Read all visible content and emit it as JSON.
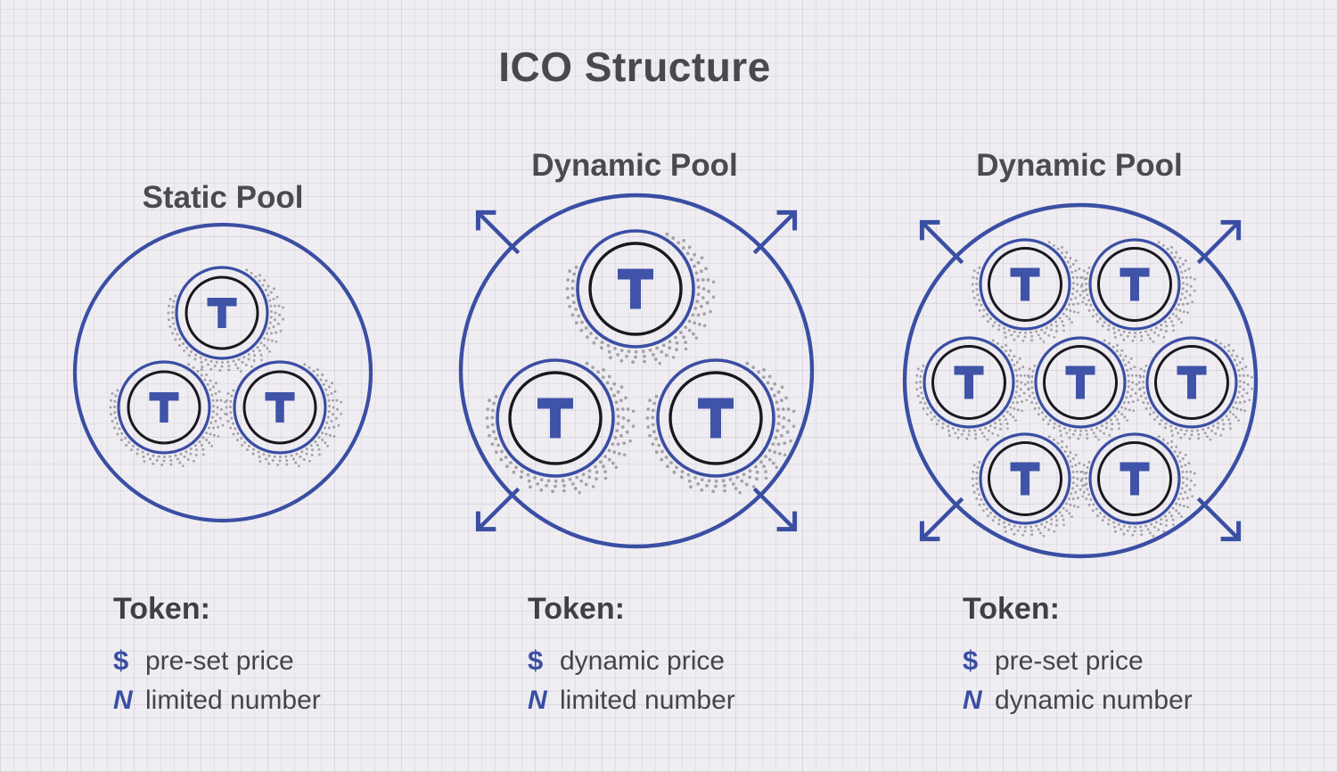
{
  "page": {
    "title": "ICO Structure"
  },
  "colors": {
    "accent_blue": "#3a4ea3",
    "token_blue": "#3f53a8",
    "ring_black": "#18181d",
    "heading_gray": "#4a4a4f",
    "text_gray": "#454549",
    "shadow_dot_gray": "#8b8b93",
    "background": "#efedf1"
  },
  "token_symbol": "T",
  "pools": [
    {
      "id": "static-pool",
      "title": "Static Pool",
      "token_count": 3,
      "expanding": false,
      "info": {
        "label": "Token:",
        "lines": [
          {
            "symbol": "$",
            "text": "pre-set price"
          },
          {
            "symbol": "N",
            "text": "limited number"
          }
        ]
      }
    },
    {
      "id": "dynamic-pool-price",
      "title": "Dynamic Pool",
      "token_count": 3,
      "expanding": true,
      "info": {
        "label": "Token:",
        "lines": [
          {
            "symbol": "$",
            "text": "dynamic price"
          },
          {
            "symbol": "N",
            "text": "limited number"
          }
        ]
      }
    },
    {
      "id": "dynamic-pool-number",
      "title": "Dynamic Pool",
      "token_count": 7,
      "expanding": true,
      "info": {
        "label": "Token:",
        "lines": [
          {
            "symbol": "$",
            "text": "pre-set price"
          },
          {
            "symbol": "N",
            "text": "dynamic number"
          }
        ]
      }
    }
  ]
}
